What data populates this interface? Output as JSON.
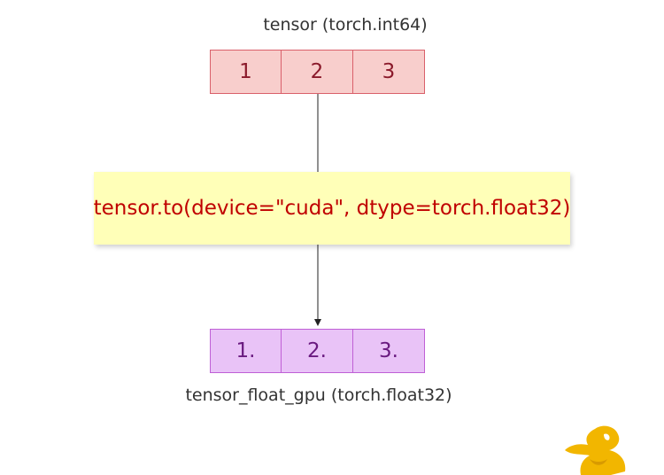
{
  "input": {
    "label": "tensor (torch.int64)",
    "values": [
      "1",
      "2",
      "3"
    ]
  },
  "operation": {
    "code": "tensor.to(device=\"cuda\", dtype=torch.float32)"
  },
  "output": {
    "label": "tensor_float_gpu (torch.float32)",
    "values": [
      "1.",
      "2.",
      "3."
    ]
  },
  "colors": {
    "input_fill": "#f8cecc",
    "input_stroke": "#d9606a",
    "output_fill": "#e9c3f7",
    "output_stroke": "#bf5fd6",
    "op_fill": "#ffffb8",
    "op_text": "#c00000",
    "logo": "#f2b600"
  },
  "icons": {
    "logo": "duck-logo-icon"
  }
}
